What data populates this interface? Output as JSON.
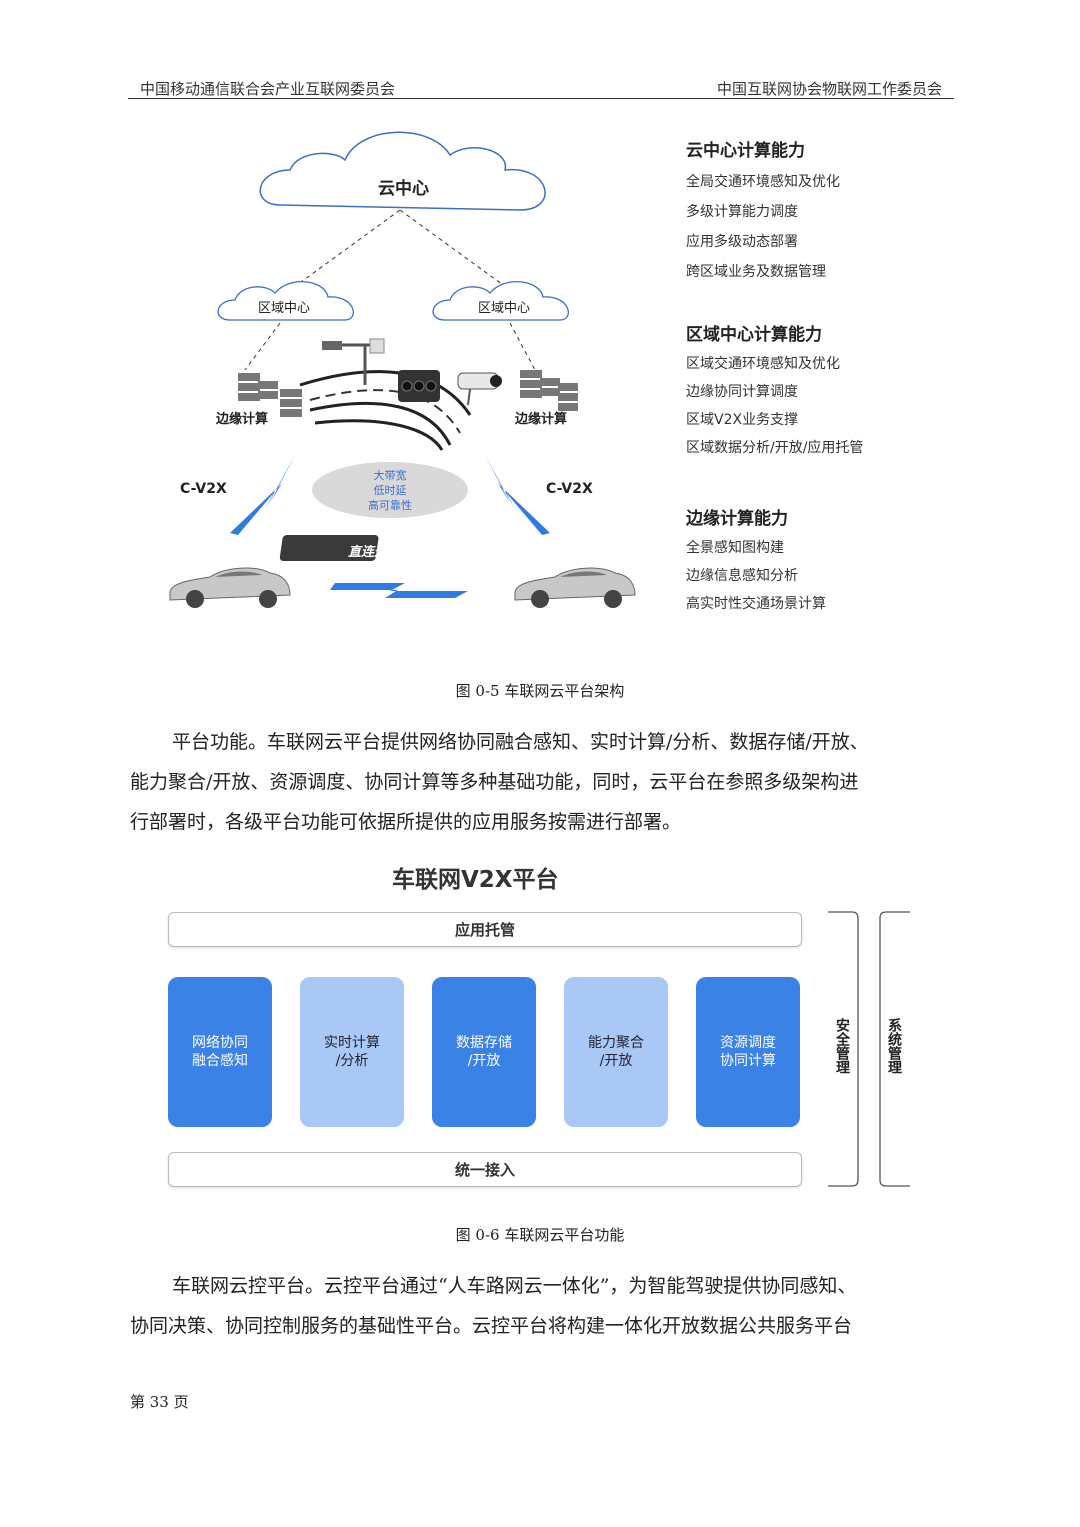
{
  "header": {
    "left": "中国移动通信联合会产业互联网委员会",
    "right": "中国互联网协会物联网工作委员会"
  },
  "figure1": {
    "cloud_center": "云中心",
    "region_center_left": "区域中心",
    "region_center_right": "区域中心",
    "edge_left": "边缘计算",
    "edge_right": "边缘计算",
    "cv2x_left": "C-V2X",
    "cv2x_right": "C-V2X",
    "ellipse_lines": [
      "大带宽",
      "低时延",
      "高可靠性"
    ],
    "direct_comm": "直连通信",
    "capabilities": [
      {
        "title": "云中心计算能力",
        "items": [
          "全局交通环境感知及优化",
          "多级计算能力调度",
          "应用多级动态部署",
          "跨区域业务及数据管理"
        ]
      },
      {
        "title": "区域中心计算能力",
        "items": [
          "区域交通环境感知及优化",
          "边缘协同计算调度",
          "区域V2X业务支撑",
          "区域数据分析/开放/应用托管"
        ]
      },
      {
        "title": "边缘计算能力",
        "items": [
          "全景感知图构建",
          "边缘信息感知分析",
          "高实时性交通场景计算"
        ]
      }
    ],
    "caption": "图  0-5  车联网云平台架构"
  },
  "paragraph1": {
    "lines": [
      "平台功能。车联网云平台提供网络协同融合感知、实时计算/分析、数据存储/开放、",
      "能力聚合/开放、资源调度、协同计算等多种基础功能，同时，云平台在参照多级架构进",
      "行部署时，各级平台功能可依据所提供的应用服务按需进行部署。"
    ]
  },
  "figure2": {
    "title": "车联网V2X平台",
    "top_bar": "应用托管",
    "bottom_bar": "统一接入",
    "boxes": [
      {
        "line1": "网络协同",
        "line2": "融合感知",
        "style": "dark"
      },
      {
        "line1": "实时计算",
        "line2": "/分析",
        "style": "light"
      },
      {
        "line1": "数据存储",
        "line2": "/开放",
        "style": "dark"
      },
      {
        "line1": "能力聚合",
        "line2": "/开放",
        "style": "light"
      },
      {
        "line1": "资源调度",
        "line2": "协同计算",
        "style": "dark"
      }
    ],
    "side_security": "安全管理",
    "side_system": "系统管理",
    "caption": "图  0-6  车联网云平台功能"
  },
  "paragraph2": {
    "lines": [
      "车联网云控平台。云控平台通过“人车路网云一体化”，为智能驾驶提供协同感知、",
      "协同决策、协同控制服务的基础性平台。云控平台将构建一体化开放数据公共服务平台"
    ]
  },
  "footer": {
    "page": "第 33 页"
  },
  "colors": {
    "accent_dark": "#3b82e6",
    "accent_light": "#a9c8f5",
    "lightning": "#2f7be0"
  }
}
